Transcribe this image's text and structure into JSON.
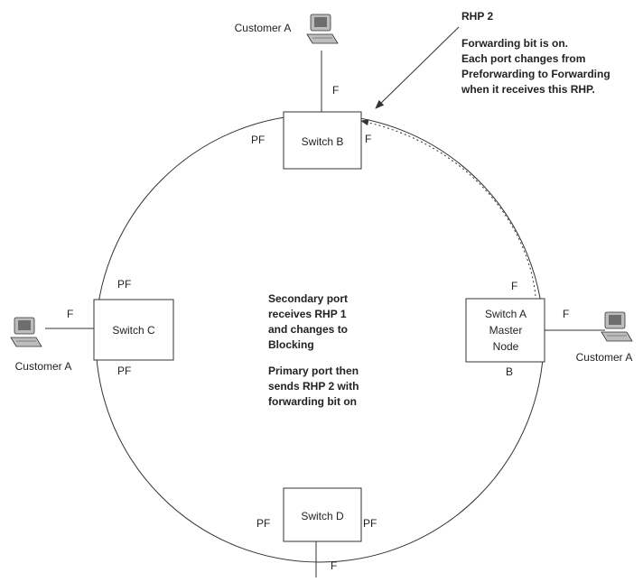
{
  "diagram": {
    "switches": {
      "b": "Switch B",
      "c": "Switch C",
      "d": "Switch D",
      "a_lines": [
        "Switch A",
        "Master",
        "Node"
      ]
    },
    "customers": {
      "top": "Customer A",
      "left": "Customer A",
      "right": "Customer A"
    },
    "ports": {
      "b_top": "F",
      "b_left": "PF",
      "b_right": "F",
      "c_left": "F",
      "c_top": "PF",
      "c_bottom": "PF",
      "a_top": "F",
      "a_right": "F",
      "a_bottom": "B",
      "d_left": "PF",
      "d_right": "PF",
      "d_bottom": "F"
    },
    "callout": {
      "title": "RHP 2",
      "lines": [
        "Forwarding bit is on.",
        "Each port changes from",
        "Preforwarding to Forwarding",
        "when it receives this RHP."
      ]
    },
    "center_text": {
      "block1": [
        "Secondary port",
        "receives RHP 1",
        "and changes to",
        "Blocking"
      ],
      "block2": [
        "Primary port then",
        "sends RHP 2 with",
        "forwarding bit on"
      ]
    },
    "colors": {
      "line": "#333333",
      "monitor_body": "#bdbdbd",
      "monitor_screen": "#6e6e6e"
    }
  }
}
